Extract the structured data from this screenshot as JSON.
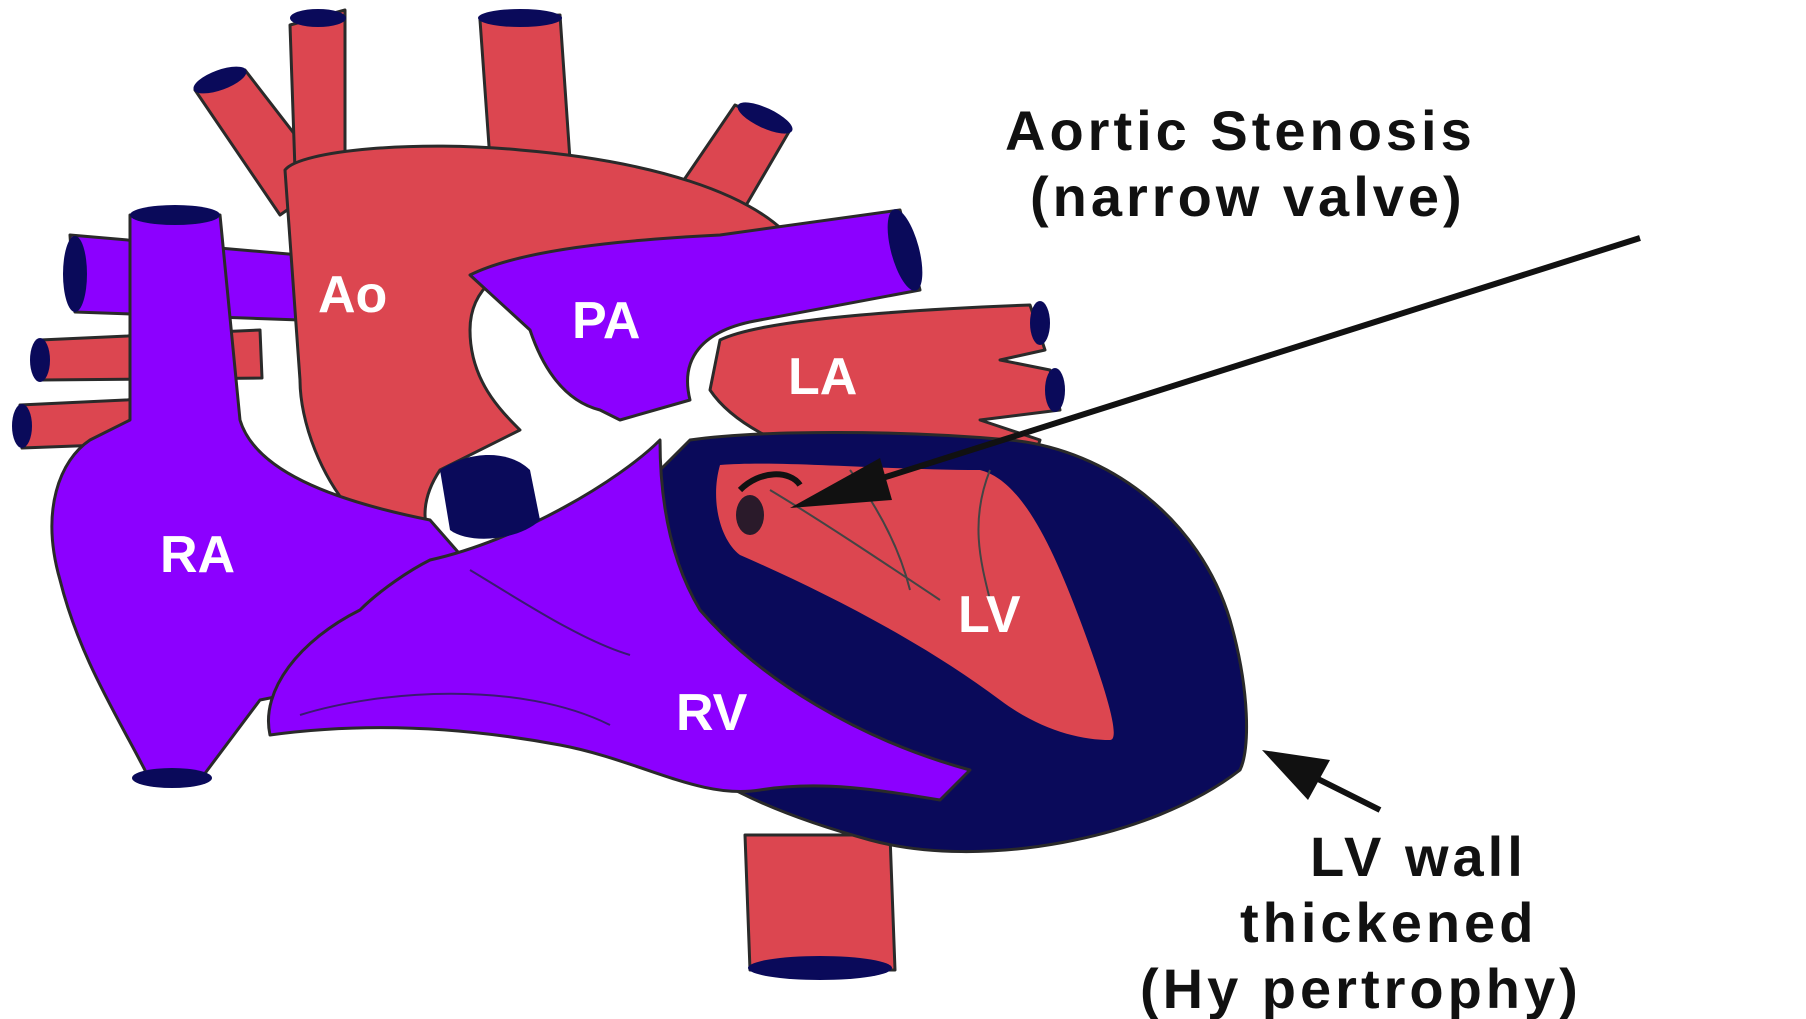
{
  "labels": {
    "ao": "Ao",
    "pa": "PA",
    "la": "LA",
    "ra": "RA",
    "lv": "LV",
    "rv": "RV"
  },
  "callouts": {
    "stenosis_line1": "Aortic Stenosis",
    "stenosis_line2": "(narrow valve)",
    "wall_line1": "LV wall",
    "wall_line2": "thickened",
    "wall_line3": "(Hy pertrophy)"
  },
  "colors": {
    "oxygenated": "#dc4650",
    "deoxygenated": "#8c00ff",
    "myocardium": "#0a0a5a",
    "text": "#111111"
  }
}
